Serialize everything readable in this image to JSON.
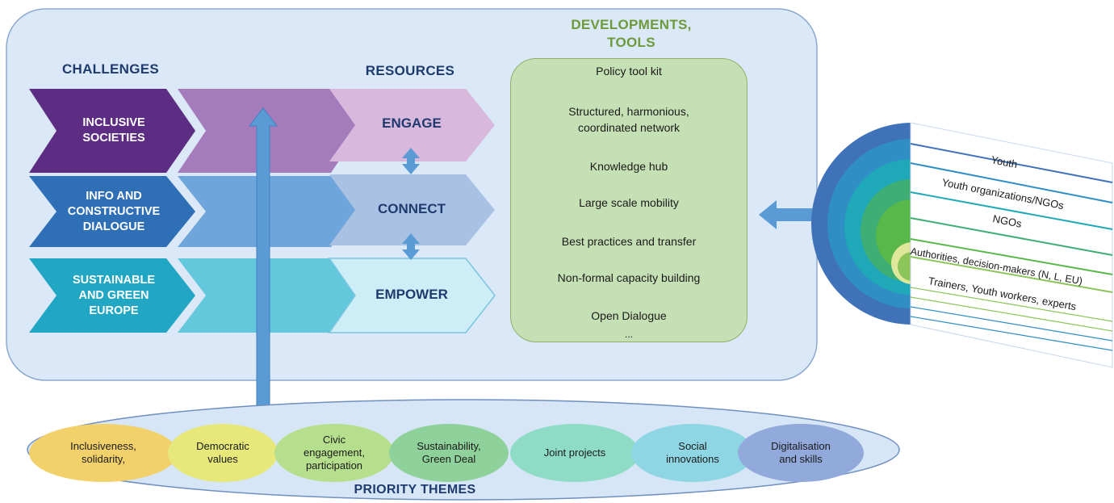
{
  "headers": {
    "challenges": "CHALLENGES",
    "resources": "RESOURCES",
    "developments_line1": "DEVELOPMENTS,",
    "developments_line2": "TOOLS",
    "priority_themes": "PRIORITY THEMES"
  },
  "challenges": [
    {
      "label": "INCLUSIVE\nSOCIETIES",
      "color": "#5c2d83",
      "extension_color": "#a57cbb"
    },
    {
      "label": "INFO AND\nCONSTRUCTIVE\nDIALOGUE",
      "color": "#2f6fb5",
      "extension_color": "#6ea5da"
    },
    {
      "label": "SUSTAINABLE\nAND GREEN\nEUROPE",
      "color": "#21a6c3",
      "extension_color": "#63c8dc"
    }
  ],
  "resources": [
    {
      "label": "ENGAGE",
      "color": "#d9b8de"
    },
    {
      "label": "CONNECT",
      "color": "#a9c2e4"
    },
    {
      "label": "EMPOWER",
      "color": "#cdeef6"
    }
  ],
  "tools": [
    "Policy tool kit",
    "Structured, harmonious,\ncoordinated network",
    "Knowledge hub",
    "Large scale mobility",
    "Best practices and transfer",
    "Non-formal capacity building",
    "Open Dialogue",
    "..."
  ],
  "stakeholders": [
    "Youth",
    "Youth organizations/NGOs",
    "NGOs",
    "Authorities, decision-makers (N, L, EU)",
    "Trainers, Youth workers, experts"
  ],
  "themes": [
    {
      "label": "Inclusiveness,\nsolidarity,",
      "color": "#f2d16b"
    },
    {
      "label": "Democratic\nvalues",
      "color": "#e6e87a"
    },
    {
      "label": "Civic\nengagement,\nparticipation",
      "color": "#b5df8c"
    },
    {
      "label": "Sustainability,\nGreen Deal",
      "color": "#8fd19b"
    },
    {
      "label": "Joint projects",
      "color": "#8fdcc6"
    },
    {
      "label": "Social\ninnovations",
      "color": "#8fd6e4"
    },
    {
      "label": "Digitalisation\nand  skills",
      "color": "#92a9dc"
    }
  ],
  "colors": {
    "main_panel": "#dae8f7",
    "main_panel_border": "#8ea9cf",
    "arrow_blue": "#5b9bd5",
    "themes_ellipse": "#d6e6f6",
    "tools_box": "#c5e0b4"
  }
}
